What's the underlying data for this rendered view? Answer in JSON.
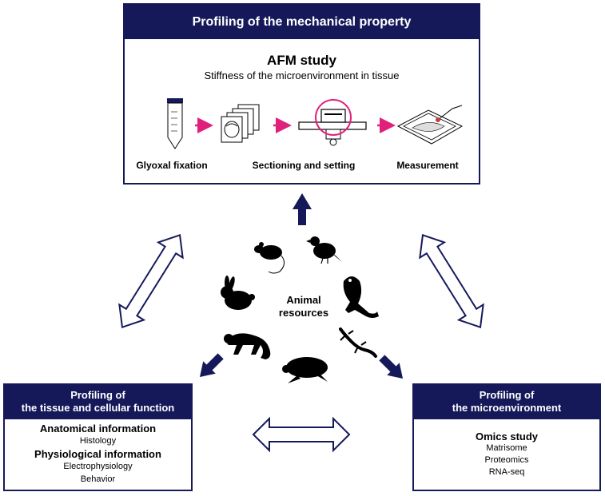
{
  "top_panel": {
    "header": "Profiling of the mechanical property",
    "title": "AFM study",
    "subtitle": "Stiffness of the microenvironment in tissue",
    "steps": [
      "Glyoxal fixation",
      "Sectioning and setting",
      "Measurement"
    ]
  },
  "left_panel": {
    "header_line1": "Profiling of",
    "header_line2": "the tissue and cellular function",
    "section1_title": "Anatomical information",
    "section1_items": [
      "Histology"
    ],
    "section2_title": "Physiological information",
    "section2_items": [
      "Electrophysiology",
      "Behavior"
    ]
  },
  "right_panel": {
    "header_line1": "Profiling of",
    "header_line2": "the microenvironment",
    "title": "Omics study",
    "items": [
      "Matrisome",
      "Proteomics",
      "RNA-seq"
    ]
  },
  "center": {
    "label_line1": "Animal",
    "label_line2": "resources",
    "animals": [
      "mouse-icon",
      "bird-icon",
      "ferret-icon",
      "rabbit-icon",
      "monkey-icon",
      "turtle-icon",
      "lizard-icon"
    ]
  },
  "colors": {
    "navy": "#15195a",
    "magenta": "#e0207a"
  }
}
